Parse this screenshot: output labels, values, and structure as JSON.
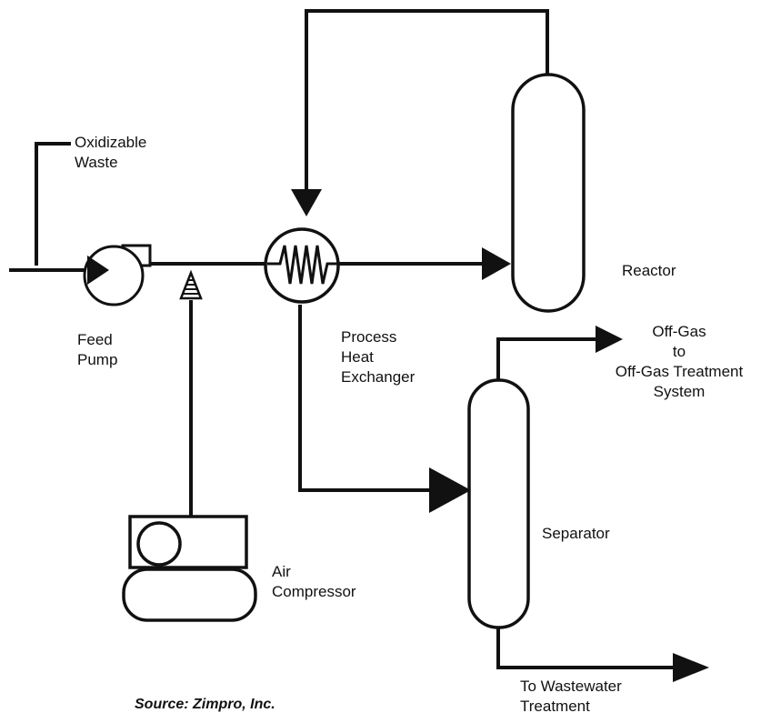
{
  "labels": {
    "oxidizable_waste": [
      "Oxidizable",
      "Waste"
    ],
    "feed_pump": [
      "Feed",
      "Pump"
    ],
    "process_heat_exchanger": [
      "Process",
      "Heat",
      "Exchanger"
    ],
    "reactor": "Reactor",
    "off_gas": [
      "Off-Gas",
      "to",
      "Off-Gas Treatment",
      "System"
    ],
    "separator": "Separator",
    "air_compressor": [
      "Air",
      "Compressor"
    ],
    "to_wastewater": [
      "To Wastewater",
      "Treatment"
    ],
    "source": "Source: Zimpro, Inc."
  },
  "colors": {
    "line": "#111111",
    "background": "#ffffff"
  }
}
